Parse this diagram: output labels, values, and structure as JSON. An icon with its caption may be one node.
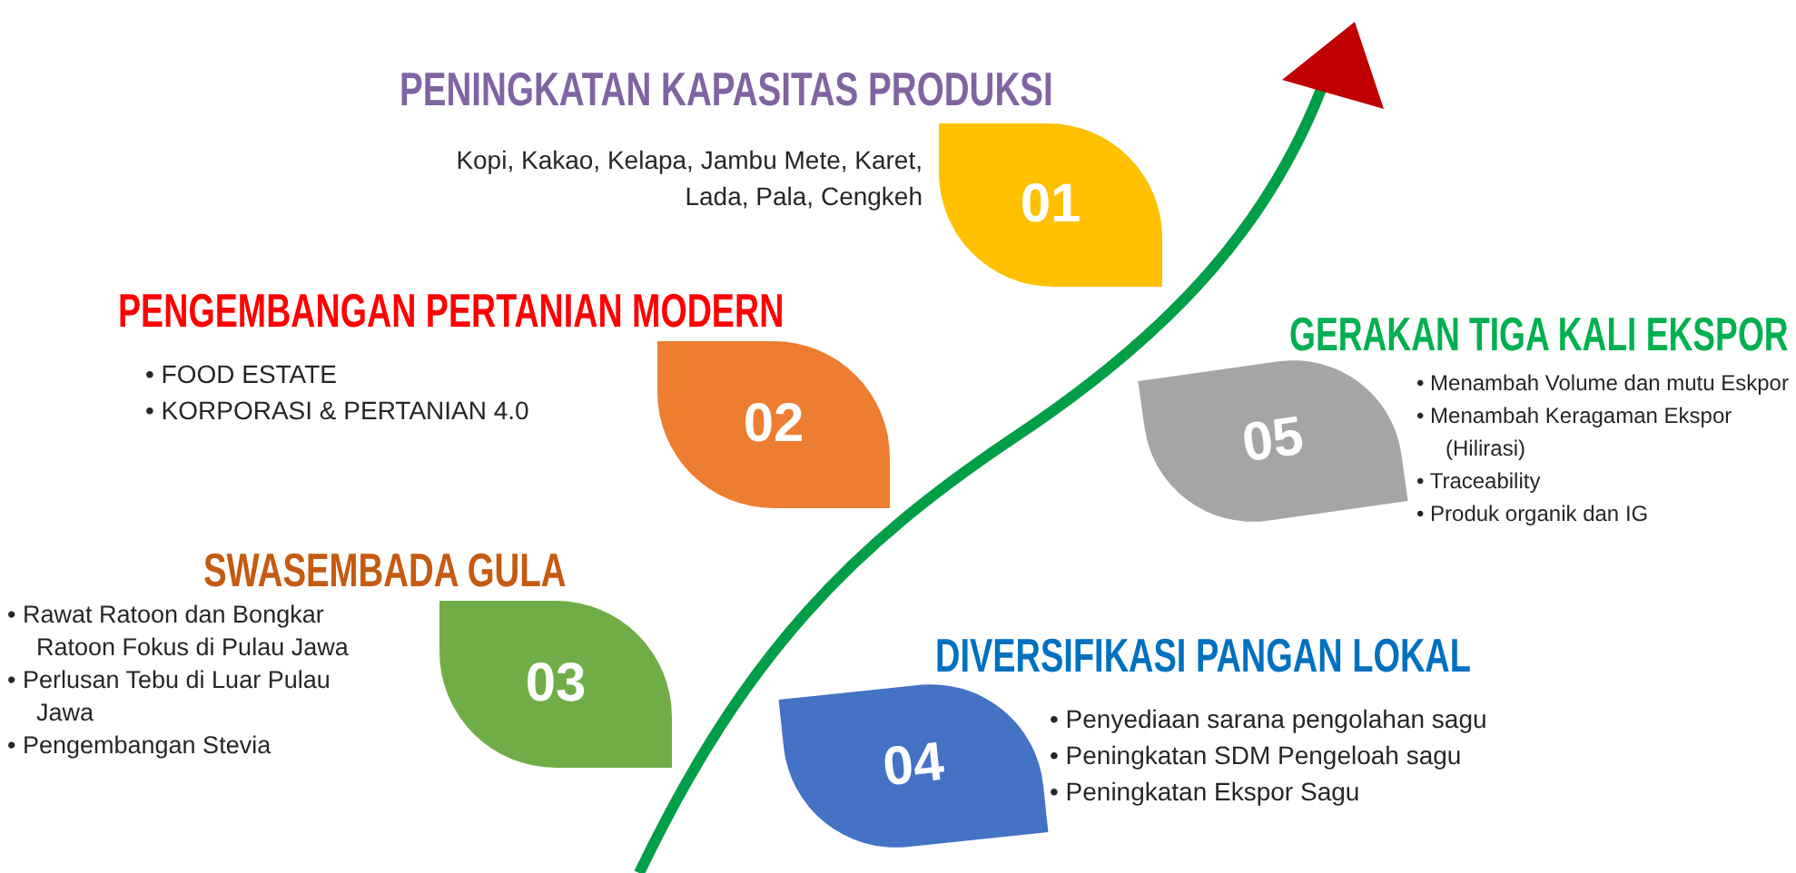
{
  "diagram": {
    "nodes": [
      {
        "text": [
          "01"
        ],
        "beside": [
          "PENINGKATAN KAPASITAS PRODUKSI",
          "Kopi, Kakao, Kelapa, Jambu Mete, Karet, Lada, Pala, Cengkeh"
        ]
      },
      {
        "text": [
          "02"
        ],
        "beside": [
          "PENGEMBANGAN PERTANIAN MODERN",
          "• FOOD ESTATE",
          "• KORPORASI & PERTANIAN 4.0"
        ]
      },
      {
        "text": [
          "03"
        ],
        "beside": [
          "SWASEMBADA GULA",
          "• Rawat Ratoon dan Bongkar Ratoon Fokus di Pulau Jawa",
          "• Perlusan Tebu di Luar Pulau Jawa",
          "• Pengembangan Stevia"
        ]
      },
      {
        "text": [
          "04"
        ],
        "beside": [
          "DIVERSIFIKASI PANGAN LOKAL",
          "• Penyediaan sarana pengolahan sagu",
          "• Peningkatan SDM Pengeloah sagu",
          "• Peningkatan Ekspor Sagu"
        ]
      },
      {
        "text": [
          "05"
        ],
        "beside": [
          "GERAKAN TIGA KALI EKSPOR",
          "• Menambah Volume dan mutu Eskpor",
          "• Menambah Keragaman Ekspor (Hilirasi)",
          "• Traceability",
          "• Produk organik dan IG"
        ]
      }
    ]
  }
}
